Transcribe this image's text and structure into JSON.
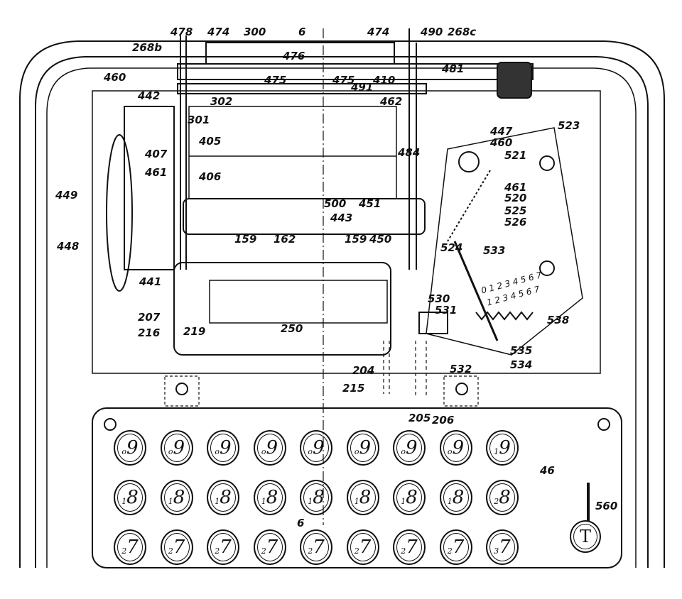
{
  "figure": {
    "reference_labels": [
      "478",
      "474",
      "300",
      "6",
      "474",
      "490",
      "268c",
      "268b",
      "476",
      "475",
      "475",
      "410",
      "491",
      "481",
      "460",
      "442",
      "302",
      "462",
      "447",
      "460",
      "523",
      "301",
      "405",
      "407",
      "484",
      "521",
      "461",
      "406",
      "449",
      "500",
      "451",
      "461",
      "520",
      "525",
      "443",
      "526",
      "448",
      "159",
      "162",
      "159",
      "450",
      "524",
      "533",
      "441",
      "530",
      "531",
      "207",
      "216",
      "219",
      "250",
      "538",
      "535",
      "534",
      "532",
      "204",
      "215",
      "205",
      "206",
      "46",
      "560",
      "6"
    ],
    "scale_top": "0 1 2 3 4 5 6 7",
    "scale_bottom": "1 2 3 4 5 6 7",
    "keyboard": {
      "rows": [
        [
          [
            "o",
            "9"
          ],
          [
            "o",
            "9"
          ],
          [
            "o",
            "9"
          ],
          [
            "o",
            "9"
          ],
          [
            "o",
            "9"
          ],
          [
            "o",
            "9"
          ],
          [
            "o",
            "9"
          ],
          [
            "o",
            "9"
          ],
          [
            "1",
            "9"
          ]
        ],
        [
          [
            "1",
            "8"
          ],
          [
            "1",
            "8"
          ],
          [
            "1",
            "8"
          ],
          [
            "1",
            "8"
          ],
          [
            "1",
            "8"
          ],
          [
            "1",
            "8"
          ],
          [
            "1",
            "8"
          ],
          [
            "1",
            "8"
          ],
          [
            "2",
            "8"
          ]
        ],
        [
          [
            "2",
            "7"
          ],
          [
            "2",
            "7"
          ],
          [
            "2",
            "7"
          ],
          [
            "2",
            "7"
          ],
          [
            "2",
            "7"
          ],
          [
            "2",
            "7"
          ],
          [
            "2",
            "7"
          ],
          [
            "2",
            "7"
          ],
          [
            "3",
            "7"
          ]
        ]
      ],
      "total_key": "T"
    }
  }
}
